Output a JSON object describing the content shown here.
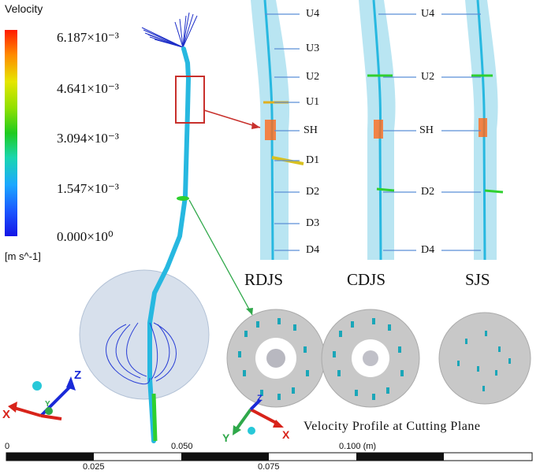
{
  "legend": {
    "title": "Velocity",
    "ticks": [
      "6.187×10⁻³",
      "4.641×10⁻³",
      "3.094×10⁻³",
      "1.547×10⁻³",
      "0.000×10⁰"
    ],
    "unit": "[m s^-1]"
  },
  "panels": {
    "rdjs": {
      "label": "RDJS",
      "stations": [
        "U4",
        "U3",
        "U2",
        "U1",
        "SH",
        "D1",
        "D2",
        "D3",
        "D4"
      ]
    },
    "cdjs": {
      "label": "CDJS",
      "stations": [
        "U4",
        "U2",
        "SH",
        "D2",
        "D4"
      ]
    },
    "sjs": {
      "label": "SJS"
    }
  },
  "caption": "Velocity  Profile  at Cutting Plane",
  "axes": {
    "z": "Z",
    "x": "X",
    "y": "Y"
  },
  "scalebar": {
    "top_labels": [
      "0",
      "0.050",
      "0.100  (m)"
    ],
    "bottom_labels": [
      "0.025",
      "0.075"
    ]
  },
  "colors": {
    "border_red": "#c8302c",
    "arrow_blue": "#5b8fd6",
    "flow_cyan": "#27b8e0",
    "sphere": "#c9d6e6"
  }
}
